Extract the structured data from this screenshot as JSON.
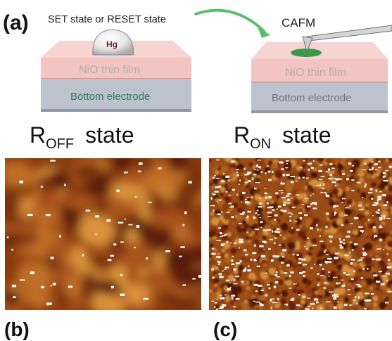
{
  "panel_a": {
    "label": "(a)",
    "caption": "SET state or RESET state",
    "probe_label": "CAFM",
    "hg_label": "Hg",
    "film_label": "NiO thin film",
    "electrode_label": "Bottom electrode"
  },
  "states": {
    "off": {
      "prefix": "R",
      "sub": "OFF",
      "suffix": "state"
    },
    "on": {
      "prefix": "R",
      "sub": "ON",
      "suffix": "state"
    }
  },
  "panel_b": {
    "label": "(b)"
  },
  "panel_c": {
    "label": "(c)"
  },
  "colors": {
    "film": "#f2c4c2",
    "film_side": "#d9a3a1",
    "electrode": "#bcc3cf",
    "electrode_side": "#9aa2b0",
    "arrow": "#5bbf6a",
    "afm_dark": "#5a1e08",
    "afm_mid": "#a8521a",
    "afm_light": "#d9923a",
    "spot_green": "#3a9a4a"
  }
}
